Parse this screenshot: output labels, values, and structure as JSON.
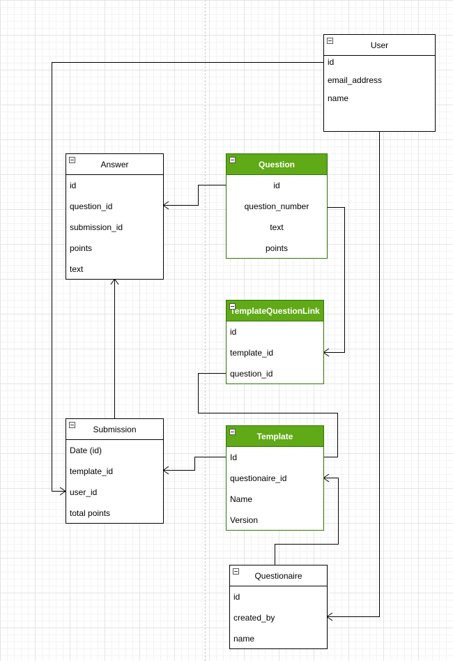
{
  "entities": {
    "user": {
      "title": "User",
      "fields": [
        "id",
        "email_address",
        "name"
      ]
    },
    "answer": {
      "title": "Answer",
      "fields": [
        "id",
        "question_id",
        "submission_id",
        "points",
        "text"
      ]
    },
    "question": {
      "title": "Question",
      "fields": [
        "id",
        "question_number",
        "text",
        "points"
      ]
    },
    "template_question_link": {
      "title": "TemplateQuestionLink",
      "fields": [
        "id",
        "template_id",
        "question_id"
      ]
    },
    "submission": {
      "title": "Submission",
      "fields": [
        "Date (id)",
        "template_id",
        "user_id",
        "total points"
      ]
    },
    "template": {
      "title": "Template",
      "fields": [
        "Id",
        "questionaire_id",
        "Name",
        "Version"
      ]
    },
    "questionaire": {
      "title": "Questionaire",
      "fields": [
        "id",
        "created_by",
        "name"
      ]
    }
  },
  "colors": {
    "highlight_fill": "#60a917",
    "highlight_stroke": "#2d7600",
    "line": "#000000"
  }
}
